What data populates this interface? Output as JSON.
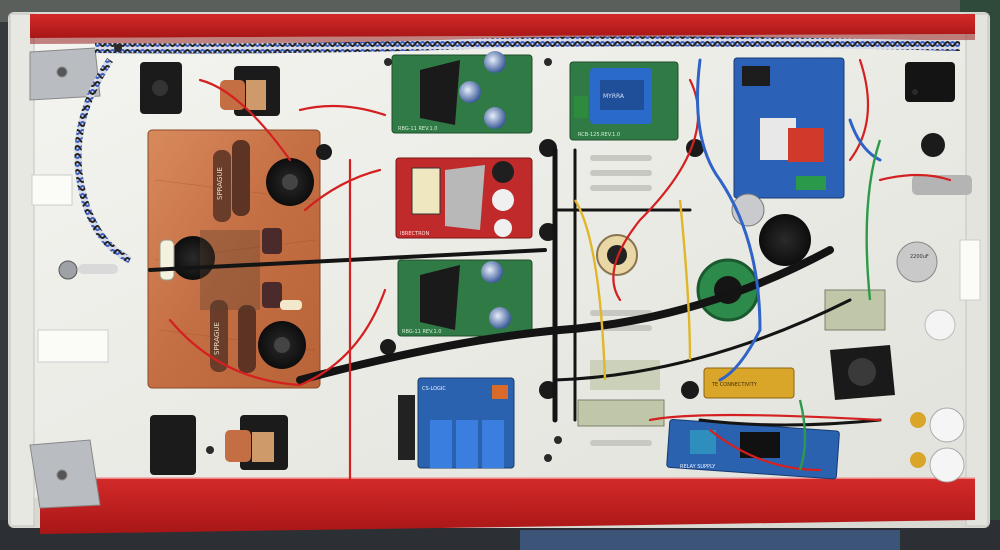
{
  "photo": {
    "subject": "tube-amplifier-chassis-interior",
    "colors": {
      "chassis": "#efefeb",
      "rail_red": "#c81e1e",
      "copper": "#c9774c",
      "pcb_green": "#2f7a45",
      "pcb_red": "#c12a2a",
      "pcb_blue": "#2a62b0",
      "wire_black": "#141414",
      "wire_red": "#d42020",
      "wire_blue": "#2f63c7",
      "wire_yellow": "#e0b62a",
      "wire_green": "#2c9a48",
      "resistor_gold": "#d9a62a",
      "bench": "#2f4a3a"
    }
  },
  "markings": {
    "reg_top": "RBG-11 REV.1.0",
    "reg_red": "IBRECTRON",
    "reg_mid": "RBG-11 REV.1.0",
    "transformer_pcb": "RCB-125.REV.1.0",
    "transformer_brand": "MYRRA",
    "board_blue": "CS-LOGIC",
    "load_resistor": "TE CONNECTIVITY",
    "cap_left": "SPRAGUE",
    "cap_right": "SPRAGUE",
    "speaker_cap": "2200uF",
    "relay_board": "RELAY SUPPLY"
  }
}
